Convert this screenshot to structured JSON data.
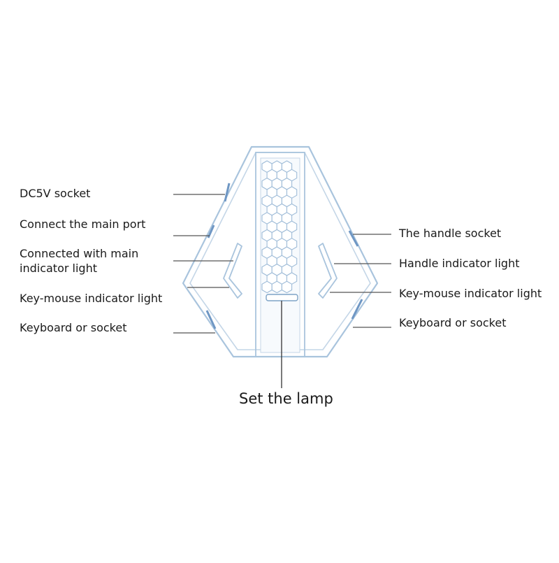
{
  "left_labels": [
    {
      "text": "DC5V socket"
    },
    {
      "text": "Connect the main port"
    },
    {
      "text": "Connected with main"
    },
    {
      "text": "indicator light"
    },
    {
      "text": "Key-mouse indicator light"
    },
    {
      "text": "Keyboard or socket"
    }
  ],
  "right_labels": [
    {
      "text": "The handle socket"
    },
    {
      "text": "Handle indicator light"
    },
    {
      "text": "Key-mouse indicator light"
    },
    {
      "text": "Keyboard or socket"
    }
  ],
  "bottom_label": "Set the lamp",
  "colors": {
    "outline": "#a9c4dd",
    "outline_dark": "#7ea3c6",
    "accent": "#6f97c4",
    "leader": "#555555",
    "text": "#1a1a1a"
  }
}
